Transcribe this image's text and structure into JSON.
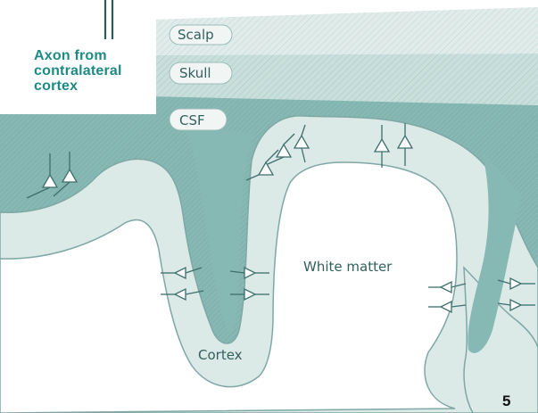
{
  "labels": {
    "scalp": "Scalp",
    "skull": "Skull",
    "csf": "CSF",
    "white_matter": "White matter",
    "cortex": "Cortex"
  },
  "axon_label": {
    "line1": "Axon from",
    "line2": "contralateral",
    "line3": "cortex"
  },
  "page_number": "5",
  "colors": {
    "csf_fill": "#86b8b4",
    "cortex_fill": "#dbe9e7",
    "skull_fill": "#c9dfdc",
    "scalp_fill": "#e1ecea",
    "outline": "#7fa8a5",
    "neuron_outline": "#3e6f6c",
    "axon_label": "#1e8a86",
    "label_text": "#33605d"
  }
}
